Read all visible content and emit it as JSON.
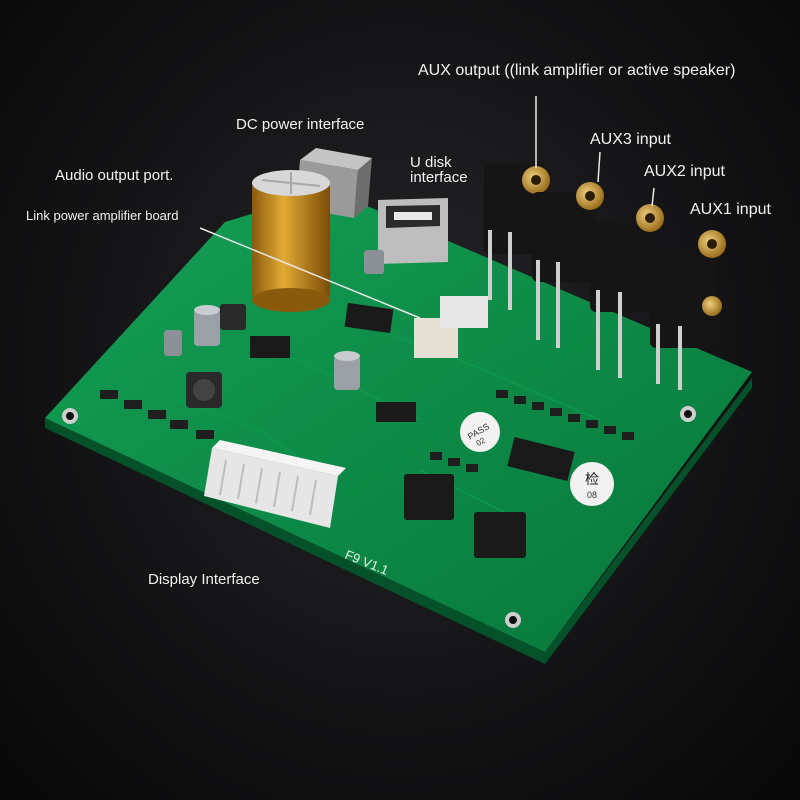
{
  "labels": {
    "aux_output": "AUX output ((link amplifier or active speaker)",
    "dc_power": "DC power interface",
    "audio_output": "Audio output port.",
    "link_power": "Link power amplifier board",
    "udisk_line1": "U disk",
    "udisk_line2": "interface",
    "aux3": "AUX3 input",
    "aux2": "AUX2 input",
    "aux1": "AUX1 input",
    "display": "Display Interface"
  },
  "board_marks": {
    "version": "F9 V1.1",
    "pass_stamp": "PASS",
    "pass_code": "02",
    "inspect_stamp": "检",
    "inspect_code": "08"
  },
  "colors": {
    "pcb": "#0a8a46",
    "pcb_edge": "#066a34",
    "capacitor": "#c8901c",
    "rca_gold": "#c9a040",
    "connector_white": "#e6e6e6"
  }
}
